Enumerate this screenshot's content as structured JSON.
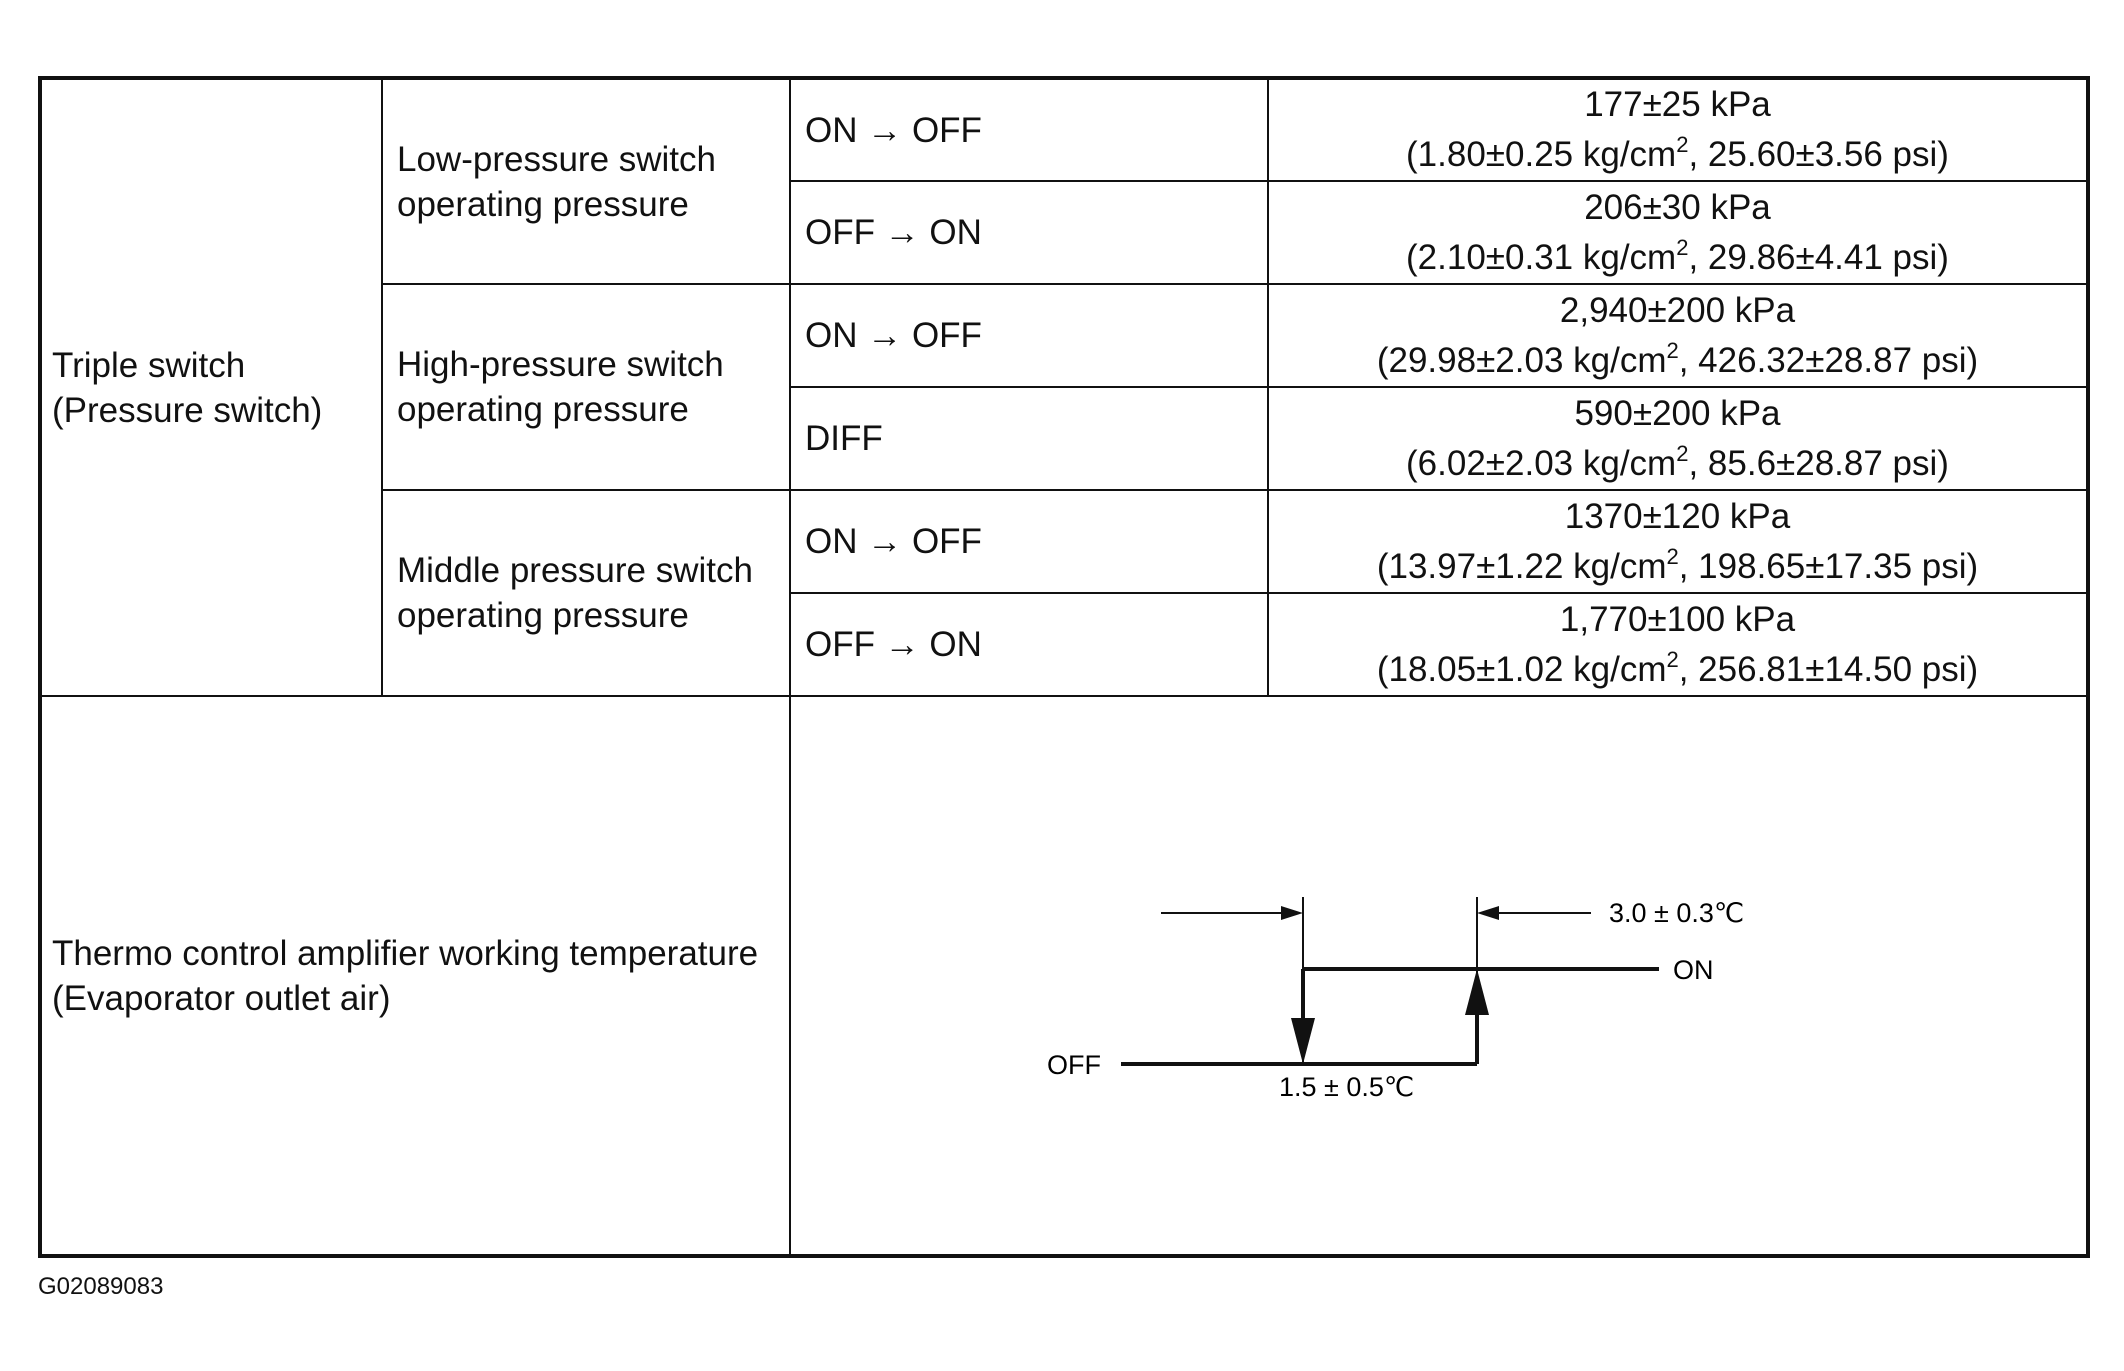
{
  "triple_switch": {
    "label_line1": "Triple switch",
    "label_line2": "(Pressure switch)",
    "groups": [
      {
        "name_line1": "Low-pressure switch",
        "name_line2": "operating pressure",
        "rows": [
          {
            "condition": "ON → OFF",
            "value": "177±25 kPa",
            "sub_a": "(1.80±0.25 kg/cm",
            "sub_b": ", 25.60±3.56 psi)"
          },
          {
            "condition": "OFF → ON",
            "value": "206±30 kPa",
            "sub_a": "(2.10±0.31 kg/cm",
            "sub_b": ", 29.86±4.41 psi)"
          }
        ]
      },
      {
        "name_line1": "High-pressure switch",
        "name_line2": "operating pressure",
        "rows": [
          {
            "condition": "ON → OFF",
            "value": "2,940±200 kPa",
            "sub_a": "(29.98±2.03 kg/cm",
            "sub_b": ", 426.32±28.87 psi)"
          },
          {
            "condition": "DIFF",
            "value": "590±200 kPa",
            "sub_a": "(6.02±2.03 kg/cm",
            "sub_b": ", 85.6±28.87 psi)"
          }
        ]
      },
      {
        "name_line1": "Middle pressure switch",
        "name_line2": "operating pressure",
        "rows": [
          {
            "condition": "ON → OFF",
            "value": "1370±120 kPa",
            "sub_a": "(13.97±1.22 kg/cm",
            "sub_b": ", 198.65±17.35 psi)"
          },
          {
            "condition": "OFF → ON",
            "value": "1,770±100 kPa",
            "sub_a": "(18.05±1.02 kg/cm",
            "sub_b": ", 256.81±14.50 psi)"
          }
        ]
      }
    ],
    "superscript": "2"
  },
  "thermo": {
    "label_line1": "Thermo control amplifier working temperature",
    "label_line2": "(Evaporator outlet air)",
    "diagram": {
      "on_label": "ON",
      "off_label": "OFF",
      "width_label": "3.0 ± 0.3℃",
      "diff_label": "1.5 ± 0.5℃"
    }
  },
  "figure_code": "G02089083"
}
